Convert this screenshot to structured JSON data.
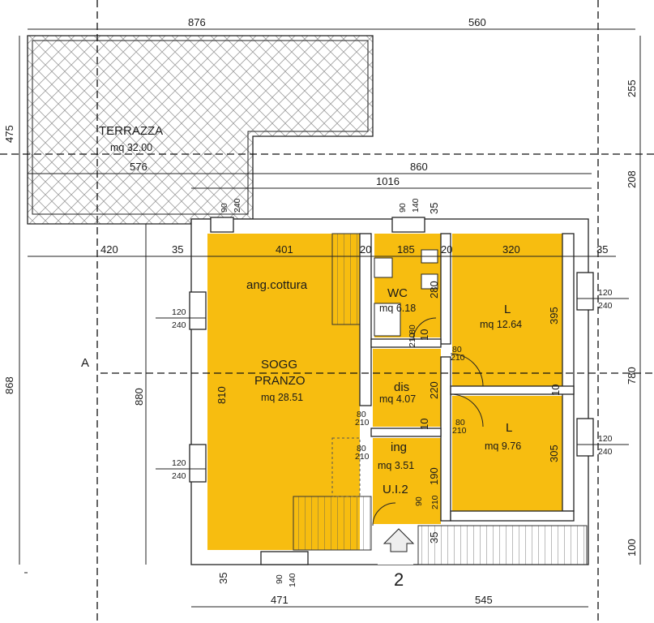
{
  "rooms": {
    "terrazza": {
      "name": "TERRAZZA",
      "area": "mq 32.00"
    },
    "cucina": {
      "name": "ang.cottura"
    },
    "soggiorno": {
      "name_line1": "SOGG",
      "name_line2": "PRANZO",
      "area": "mq 28.51"
    },
    "wc": {
      "name": "WC",
      "area": "mq 6.18"
    },
    "letto1": {
      "name": "L",
      "area": "mq 12.64"
    },
    "dis": {
      "name": "dis",
      "area": "mq 4.07"
    },
    "letto2": {
      "name": "L",
      "area": "mq 9.76"
    },
    "ingresso": {
      "name": "ing",
      "area": "mq 3.51"
    },
    "unit": {
      "name": "U.I.2"
    }
  },
  "labels": {
    "section_mark": "A",
    "unit_number": "2"
  },
  "dimensions": {
    "top_876": "876",
    "top_560": "560",
    "d_576": "576",
    "d_860": "860",
    "d_1016": "1016",
    "d_420": "420",
    "d_35_left": "35",
    "d_401": "401",
    "d_20_a": "20",
    "d_185": "185",
    "d_20_b": "20",
    "d_320": "320",
    "d_35_right": "35",
    "left_475": "475",
    "left_868": "868",
    "left_880": "880",
    "left_810": "810",
    "right_255": "255",
    "right_208": "208",
    "right_780": "780",
    "right_100": "100",
    "r_395": "395",
    "r_305": "305",
    "r_280": "280",
    "r_220": "220",
    "r_190": "190",
    "r_10_a": "10",
    "r_10_b": "10",
    "r_10_c": "10",
    "r_35_bot": "35",
    "bottom_471": "471",
    "bottom_545": "545",
    "b_35": "35",
    "w_90_top": "90",
    "w_240_top": "240",
    "w_90_wc": "90",
    "w_140_wc": "140",
    "w_35_wc": "35",
    "w_90_bot": "90",
    "w_140_bot": "140",
    "win_l1_w": "120",
    "win_l1_h": "240",
    "win_l2_w": "120",
    "win_l2_h": "240",
    "win_r1_w": "120",
    "win_r1_h": "240",
    "win_r2_w": "120",
    "win_r2_h": "240",
    "door_wc_a": "80",
    "door_wc_b": "210",
    "door_l1_a": "80",
    "door_l1_b": "210",
    "door_l2_a": "80",
    "door_l2_b": "210",
    "door_dis_a": "80",
    "door_dis_b": "210",
    "door_ing_a": "80",
    "door_ing_b": "210",
    "door_u_a": "90",
    "door_u_b": "210"
  }
}
